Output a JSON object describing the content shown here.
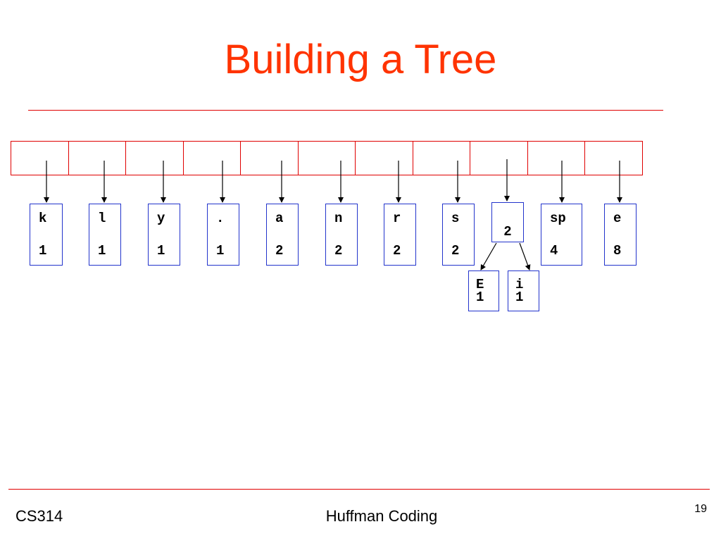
{
  "slide": {
    "title": "Building a Tree",
    "footer_left": "CS314",
    "footer_center": "Huffman Coding",
    "page_number": "19"
  },
  "queue": {
    "cells": 11
  },
  "nodes": [
    {
      "symbol": "k",
      "count": "1"
    },
    {
      "symbol": "l",
      "count": "1"
    },
    {
      "symbol": "y",
      "count": "1"
    },
    {
      "symbol": ".",
      "count": "1"
    },
    {
      "symbol": "a",
      "count": "2"
    },
    {
      "symbol": "n",
      "count": "2"
    },
    {
      "symbol": "r",
      "count": "2"
    },
    {
      "symbol": "s",
      "count": "2"
    },
    {
      "symbol": "",
      "count": "2"
    },
    {
      "symbol": "sp",
      "count": "4"
    },
    {
      "symbol": "e",
      "count": "8"
    }
  ],
  "subtree": {
    "left_child": {
      "symbol": "E",
      "count": "1"
    },
    "right_child": {
      "symbol": "i",
      "count": "1"
    }
  },
  "colors": {
    "title": "#ff3300",
    "rule": "#e00000",
    "node_border": "#2233cc"
  }
}
